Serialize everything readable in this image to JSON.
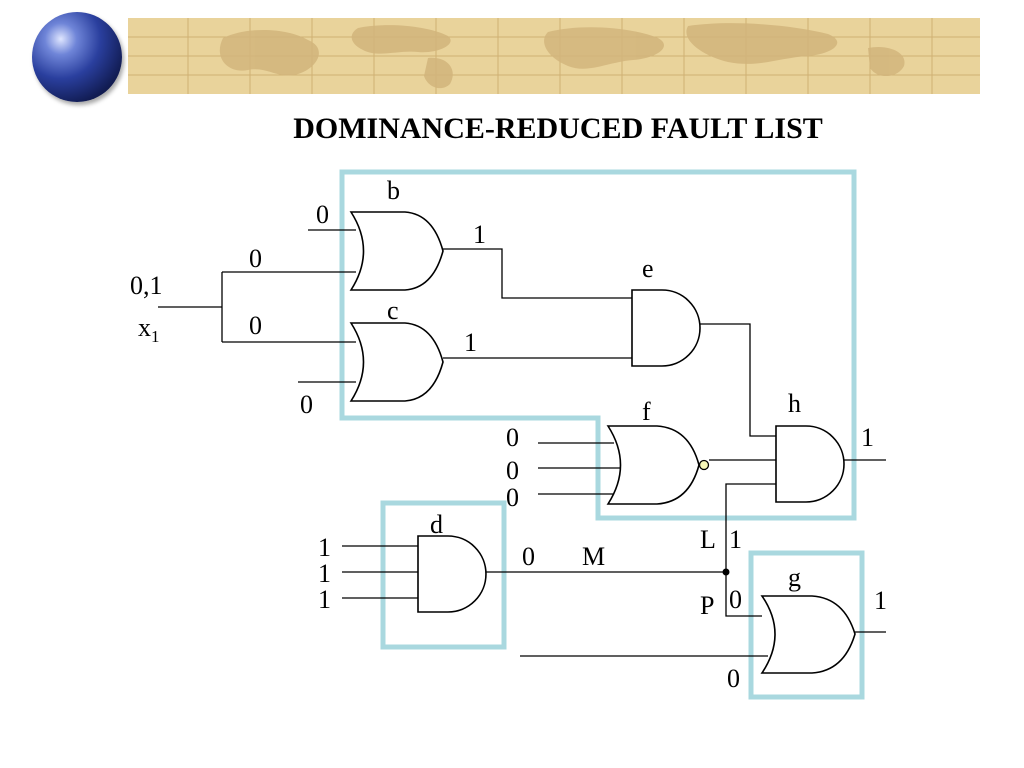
{
  "slide": {
    "title": "DOMINANCE-REDUCED FAULT LIST"
  },
  "colors": {
    "banner": "#e9d39b",
    "map_lines": "#c9a86a",
    "box_outline": "#a9d8df",
    "bubble_fill": "#f6f7b8"
  },
  "icons": {
    "logo": "globe-icon",
    "banner": "world-map-banner"
  },
  "circuit": {
    "gate_names": {
      "b": "b",
      "c": "c",
      "e": "e",
      "f": "f",
      "h": "h",
      "d": "d",
      "g": "g"
    },
    "input_x1": {
      "value": "0,1",
      "name": "x",
      "subscript": "1"
    },
    "values": {
      "b_in_top": "0",
      "b_in_bottom": "0",
      "b_out": "1",
      "c_in_top": "0",
      "c_in_bottom": "0",
      "c_out": "1",
      "f_in1": "0",
      "f_in2": "0",
      "f_in3": "0",
      "h_out": "1",
      "d_in1": "1",
      "d_in2": "1",
      "d_in3": "1",
      "d_out": "0",
      "l_value": "1",
      "p_value": "0",
      "g_in_bottom": "0",
      "g_out": "1"
    },
    "net_labels": {
      "M": "M",
      "L": "L",
      "P": "P"
    }
  }
}
